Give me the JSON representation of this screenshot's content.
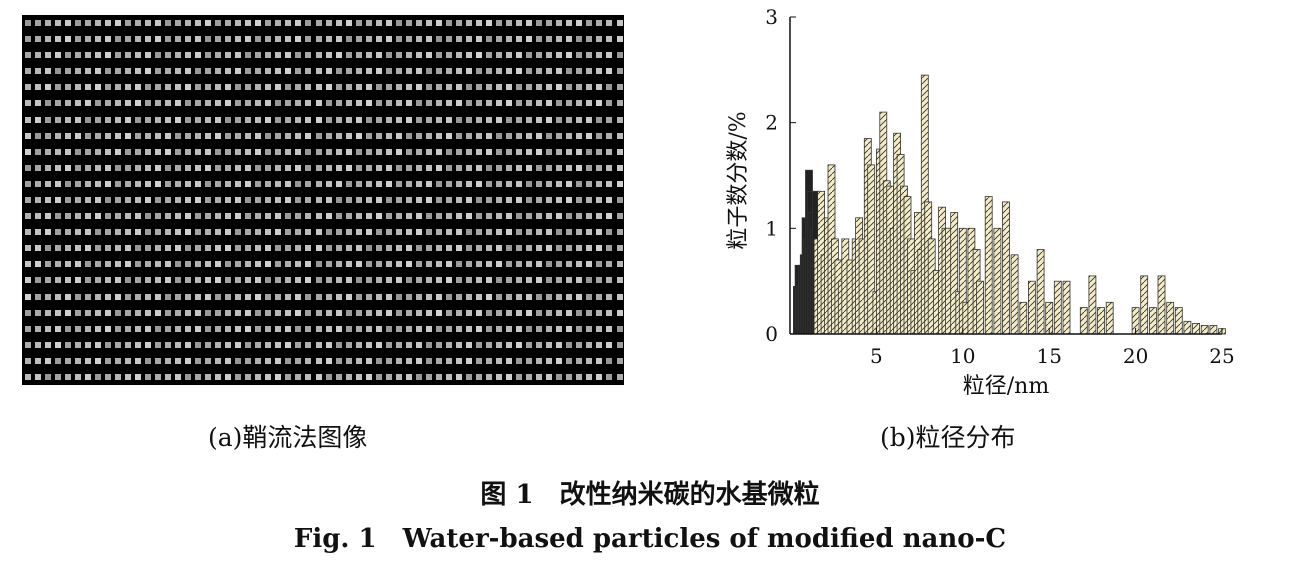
{
  "panel_a": {
    "caption": "(a)鞘流法图像",
    "grid_rows": 23,
    "grid_cols": 60
  },
  "panel_b": {
    "caption": "(b)粒径分布"
  },
  "figure": {
    "title_cn": "图 1　改性纳米碳的水基微粒",
    "title_en": "Fig. 1　Water-based particles of modified nano-C"
  },
  "chart_data": {
    "type": "bar",
    "xlabel": "粒径/nm",
    "ylabel": "粒子数分数/%",
    "xlim": [
      0,
      25
    ],
    "ylim": [
      0,
      3
    ],
    "xticks": [
      5,
      10,
      15,
      20,
      25
    ],
    "yticks": [
      0,
      1,
      2,
      3
    ],
    "series": [
      {
        "x": [
          0.4,
          0.5,
          0.6,
          0.7,
          0.8,
          0.9,
          1.0,
          1.1,
          1.2,
          1.3,
          1.4,
          1.5,
          1.6,
          1.8,
          2.0,
          2.2,
          2.4,
          2.6,
          2.8,
          3.0,
          3.2,
          3.5,
          3.8,
          4.0,
          4.2,
          4.5,
          4.7,
          5.0,
          5.2,
          5.4,
          5.6,
          5.8,
          6.0,
          6.2,
          6.4,
          6.6,
          6.8,
          7.0,
          7.2,
          7.4,
          7.6,
          7.8,
          8.0,
          8.2,
          8.5,
          8.8,
          9.0,
          9.2,
          9.5,
          9.8,
          10.0,
          10.2,
          10.5,
          10.8,
          11.0,
          11.5,
          12.0,
          12.5,
          13.0,
          13.5,
          14.0,
          14.5,
          15.0,
          15.5,
          16.0,
          17.0,
          17.5,
          18.0,
          18.5,
          20.0,
          20.5,
          21.0,
          21.5,
          22.0,
          22.5,
          23.0,
          23.5,
          24.0,
          24.5,
          25.0
        ],
        "y": [
          0.45,
          0.65,
          0.45,
          0.65,
          0.75,
          1.1,
          0.9,
          1.55,
          1.35,
          1.15,
          1.0,
          1.35,
          0.9,
          1.35,
          0.75,
          1.1,
          1.6,
          0.9,
          0.7,
          0.5,
          0.9,
          0.7,
          0.9,
          1.1,
          0.9,
          1.85,
          1.6,
          0.4,
          1.75,
          2.1,
          1.45,
          1.4,
          1.0,
          1.9,
          1.7,
          1.4,
          1.3,
          0.9,
          0.6,
          1.15,
          0.8,
          2.45,
          1.25,
          0.9,
          0.6,
          1.2,
          1.0,
          1.0,
          1.15,
          0.4,
          1.0,
          0.3,
          1.0,
          0.8,
          0.5,
          1.3,
          1.0,
          1.25,
          0.75,
          0.3,
          0.5,
          0.8,
          0.3,
          0.5,
          0.5,
          0.25,
          0.55,
          0.25,
          0.3,
          0.25,
          0.55,
          0.25,
          0.55,
          0.3,
          0.25,
          0.12,
          0.1,
          0.08,
          0.08,
          0.05
        ]
      }
    ]
  }
}
